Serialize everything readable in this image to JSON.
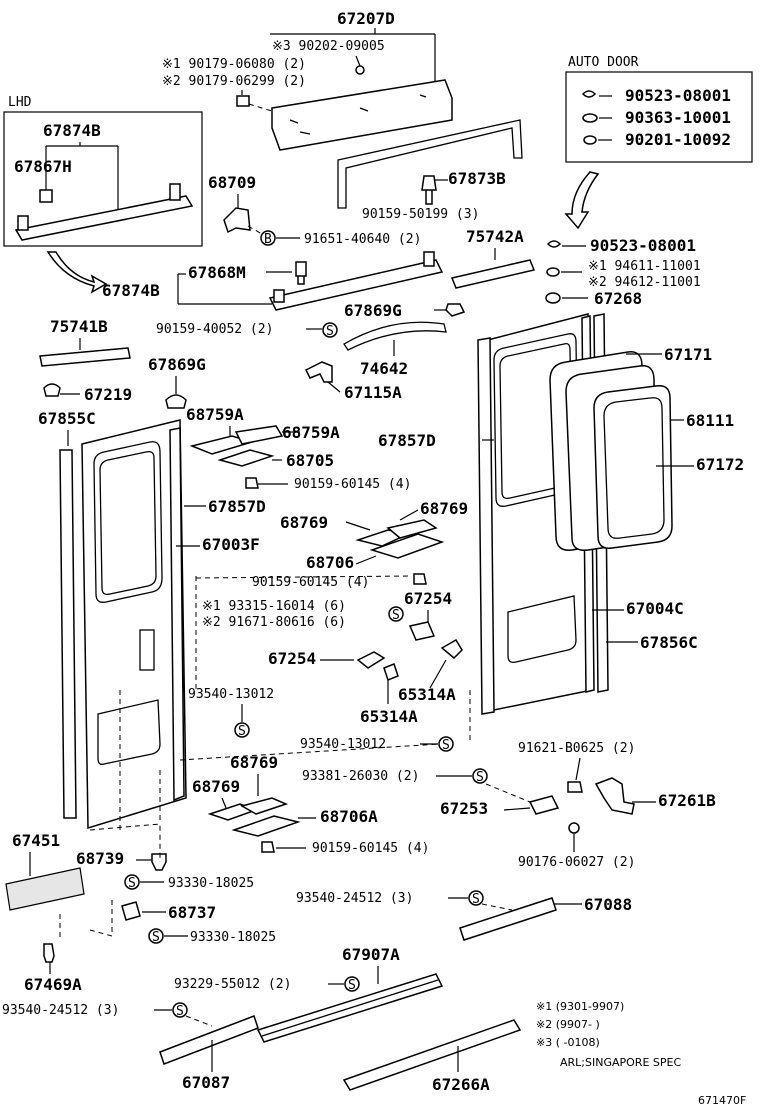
{
  "labels": {
    "p67207D": "67207D",
    "p90202": "※3 90202-09005",
    "p90179a": "※1 90179-06080 (2)",
    "p90179b": "※2 90179-06299 (2)",
    "auto_title": "AUTO DOOR",
    "a1": "90523-08001",
    "a2": "90363-10001",
    "a3": "90201-10092",
    "lhd": "LHD",
    "p67874B_top": "67874B",
    "p67867H": "67867H",
    "p68709": "68709",
    "p67873B": "67873B",
    "p90159_50199": "90159-50199 (3)",
    "p91651": "91651-40640 (2)",
    "p75742A": "75742A",
    "p90523b": "90523-08001",
    "p94611": "※1 94611-11001",
    "p94612": "※2 94612-11001",
    "p67868M": "67868M",
    "p67874B": "67874B",
    "p67869G_r": "67869G",
    "p67268": "67268",
    "p75741B": "75741B",
    "p90159_40052": "90159-40052 (2)",
    "p67171": "67171",
    "p74642": "74642",
    "p67869G_l": "67869G",
    "p67115A": "67115A",
    "p67219": "67219",
    "p67855C": "67855C",
    "p68759A_1": "68759A",
    "p68759A_2": "68759A",
    "p67857D_r": "67857D",
    "p68111": "68111",
    "p68705": "68705",
    "p90159_60145a": "90159-60145 (4)",
    "p67172": "67172",
    "p67857D_l": "67857D",
    "p68769_a": "68769",
    "p68769_b": "68769",
    "p67003F": "67003F",
    "p68706": "68706",
    "p90159_60145b": "90159-60145 (4)",
    "p93315": "※1 93315-16014 (6)",
    "p91671": "※2 91671-80616 (6)",
    "p67254_r": "67254",
    "p67004C": "67004C",
    "p67856C": "67856C",
    "p67254_l": "67254",
    "p65314A_r": "65314A",
    "p93540_13012a": "93540-13012",
    "p65314A_l": "65314A",
    "p93540_13012b": "93540-13012",
    "p91621": "91621-B0625 (2)",
    "p68769_c": "68769",
    "p68769_d": "68769",
    "p93381": "93381-26030 (2)",
    "p67261B": "67261B",
    "p67253": "67253",
    "p68706A": "68706A",
    "p67451": "67451",
    "p90159_60145c": "90159-60145 (4)",
    "p68739": "68739",
    "p90176": "90176-06027 (2)",
    "p93330a": "93330-18025",
    "p93540_24512a": "93540-24512 (3)",
    "p67088": "67088",
    "p68737": "68737",
    "p93330b": "93330-18025",
    "p67907A": "67907A",
    "p67469A": "67469A",
    "p93229": "93229-55012 (2)",
    "p93540_24512b": "93540-24512 (3)",
    "p67087": "67087",
    "p67266A": "67266A"
  },
  "notes": {
    "n1": "※1 (9301-9907)",
    "n2": "※2 (9907-      )",
    "n3": "※3 (      -0108)",
    "n4": "ARL;SINGAPORE SPEC",
    "code": "671470F"
  },
  "symbol": {
    "s": "S",
    "b": "B"
  }
}
